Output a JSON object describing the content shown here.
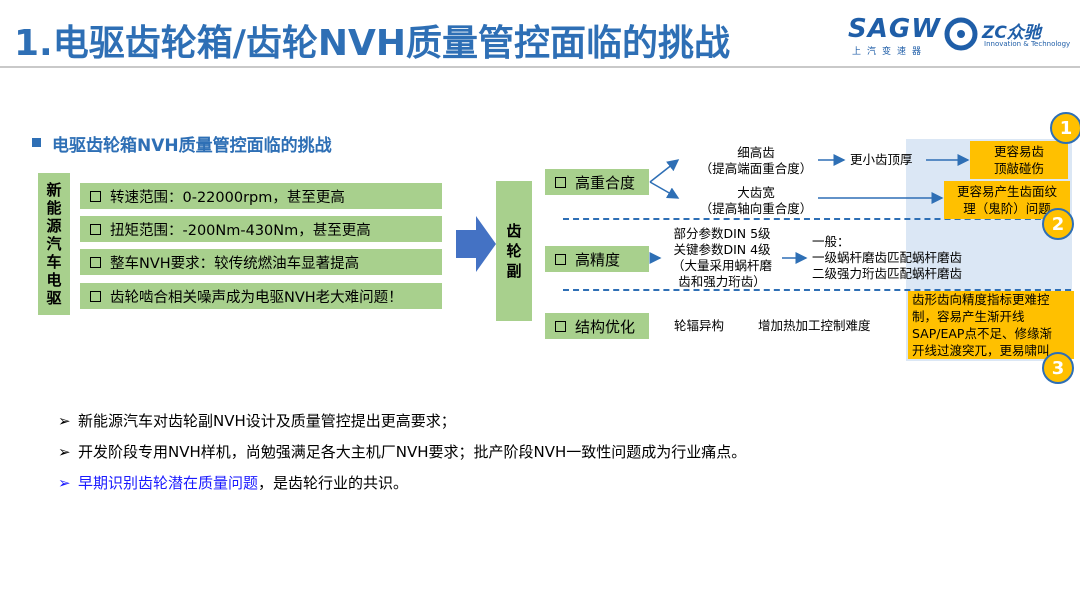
{
  "header": {
    "title": "1.电驱齿轮箱/齿轮NVH质量管控面临的挑战",
    "logo_sagw": "SAGW",
    "logo_sagw_sub": "上汽变速器",
    "logo_zc": "ZC众驰",
    "logo_zc_sub": "Innovation & Technology"
  },
  "section_title": "电驱齿轮箱NVH质量管控面临的挑战",
  "left_label": [
    "新",
    "能",
    "源",
    "汽",
    "车",
    "电",
    "驱"
  ],
  "requirements": [
    "转速范围：0-22000rpm，甚至更高",
    "扭矩范围：-200Nm-430Nm，甚至更高",
    "整车NVH要求：较传统燃油车显著提高",
    "齿轮啮合相关噪声成为电驱NVH老大难问题！"
  ],
  "gear_pair_label": [
    "齿",
    "轮",
    "副"
  ],
  "categories": {
    "c1": "高重合度",
    "c2": "高精度",
    "c3": "结构优化"
  },
  "high_contact": {
    "fine_tooth_1": "细高齿",
    "fine_tooth_2": "（提高端面重合度）",
    "smaller_tip": "更小齿顶厚",
    "wide_tooth_1": "大齿宽",
    "wide_tooth_2": "（提高轴向重合度）"
  },
  "high_precision": {
    "line1": "部分参数DIN 5级",
    "line2": "关键参数DIN 4级",
    "line3": "（大量采用蜗杆磨",
    "line4": "齿和强力珩齿）",
    "general": "一般：",
    "grind1": "一级蜗杆磨齿匹配蜗杆磨齿",
    "grind2": "二级强力珩齿匹配蜗杆磨齿"
  },
  "structure": {
    "web": "轮辐异构",
    "heat": "增加热加工控制难度"
  },
  "risks": {
    "r1": "更容易齿\n顶敲碰伤",
    "r2": "更容易产生齿面纹\n理（鬼阶）问题",
    "r3": "齿形齿向精度指标更难控\n制，容易产生渐开线\nSAP/EAP点不足、修缘渐\n开线过渡突兀，更易啸叫"
  },
  "badges": [
    "1",
    "2",
    "3"
  ],
  "bullets": {
    "b1": "新能源汽车对齿轮副NVH设计及质量管控提出更高要求；",
    "b2": "开发阶段专用NVH样机，尚勉强满足各大主机厂NVH要求；批产阶段NVH一致性问题成为行业痛点。",
    "b3_highlight": "早期识别齿轮潜在质量问题",
    "b3_rest": "，是齿轮行业的共识。"
  },
  "colors": {
    "title_blue": "#2e6fb5",
    "box_green": "#a8d08d",
    "risk_yellow": "#ffc000",
    "shade_blue": "#dbe7f5",
    "highlight_blue": "#1a1aff"
  },
  "icons": {
    "checkbox": "hollow-square",
    "bullet": "arrow-chevron",
    "section_marker": "filled-square"
  }
}
